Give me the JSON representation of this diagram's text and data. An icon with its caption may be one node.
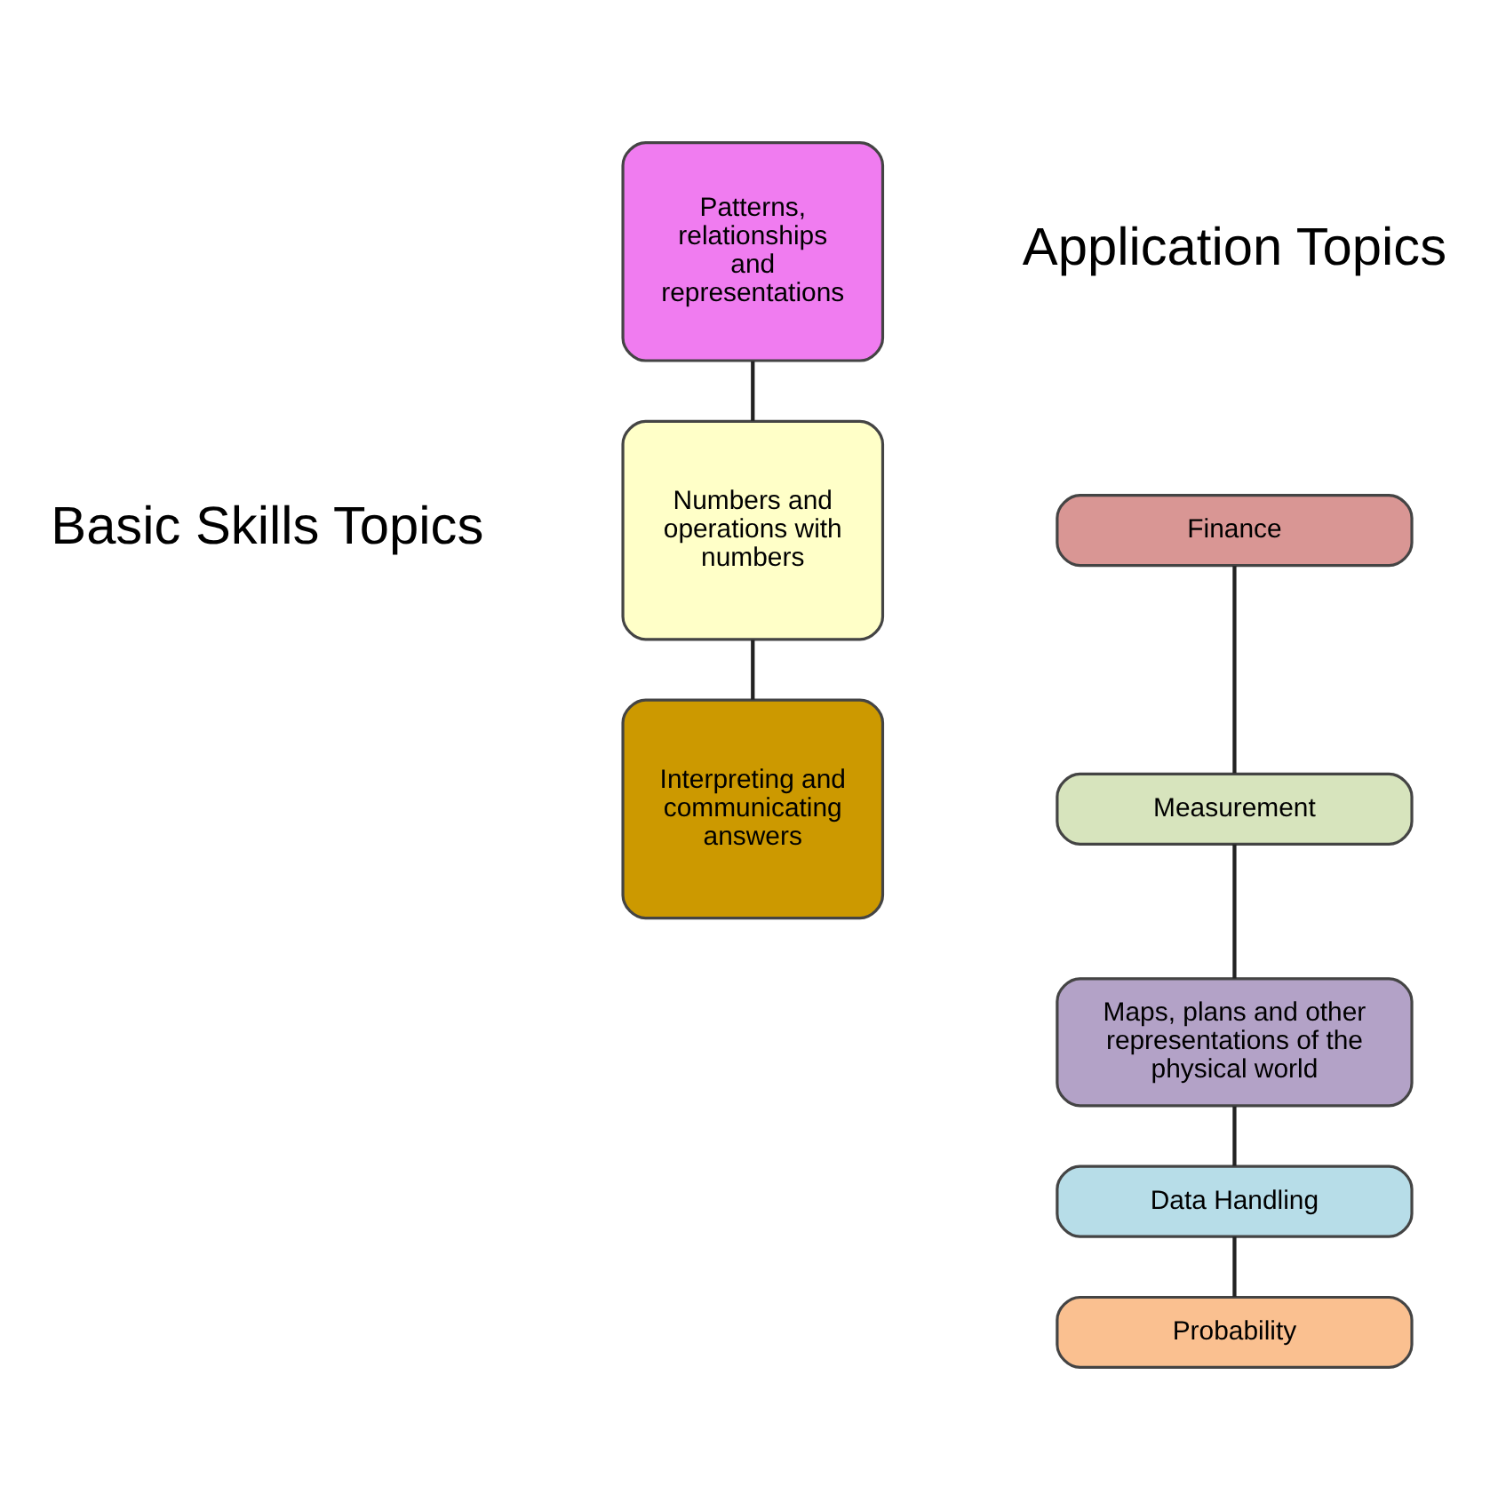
{
  "diagram": {
    "nodes": [
      {
        "text": [
          "Patterns, relationships and representations"
        ]
      },
      {
        "text": [
          "Numbers and operations with numbers"
        ]
      },
      {
        "text": [
          "Interpreting and communicating answers"
        ]
      },
      {
        "text": [
          "Finance"
        ]
      },
      {
        "text": [
          "Measurement"
        ]
      },
      {
        "text": [
          "Maps, plans and other representations of the physical world"
        ]
      },
      {
        "text": [
          "Data Handling"
        ]
      },
      {
        "text": [
          "Probability"
        ]
      }
    ],
    "edges": [
      {
        "from": 0,
        "to": 1,
        "arrow": "none"
      },
      {
        "from": 1,
        "to": 2,
        "arrow": "none"
      },
      {
        "from": 3,
        "to": 4,
        "arrow": "none"
      },
      {
        "from": 4,
        "to": 5,
        "arrow": "none"
      },
      {
        "from": 5,
        "to": 6,
        "arrow": "none"
      },
      {
        "from": 6,
        "to": 7,
        "arrow": "none"
      }
    ],
    "labels": [
      "Basic Skills Topics",
      "Application Topics"
    ]
  }
}
